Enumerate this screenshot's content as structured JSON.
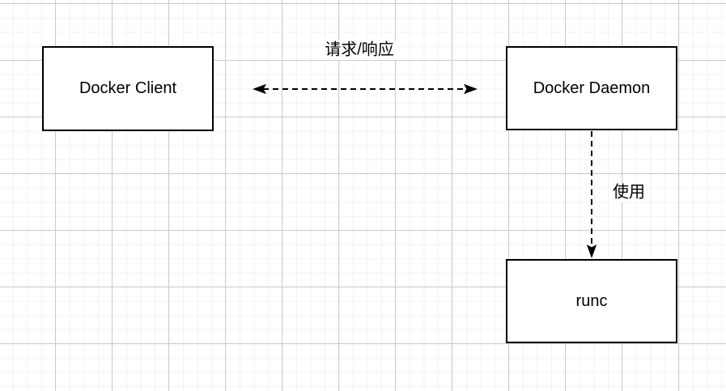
{
  "diagram": {
    "nodes": [
      {
        "id": "docker-client",
        "label": "Docker Client"
      },
      {
        "id": "docker-daemon",
        "label": "Docker Daemon"
      },
      {
        "id": "runc",
        "label": "runc"
      }
    ],
    "edges": [
      {
        "from": "docker-client",
        "to": "docker-daemon",
        "label": "请求/响应",
        "direction": "both",
        "line_style": "dashed"
      },
      {
        "from": "docker-daemon",
        "to": "runc",
        "label": "使用",
        "direction": "forward",
        "line_style": "dashed"
      }
    ],
    "colors": {
      "background": "#ffffff",
      "grid_minor": "#f2f2f2",
      "grid_major": "#cccccc",
      "node_fill": "#ffffff",
      "node_border": "#000000",
      "edge_stroke": "#000000",
      "text": "#000000"
    }
  }
}
